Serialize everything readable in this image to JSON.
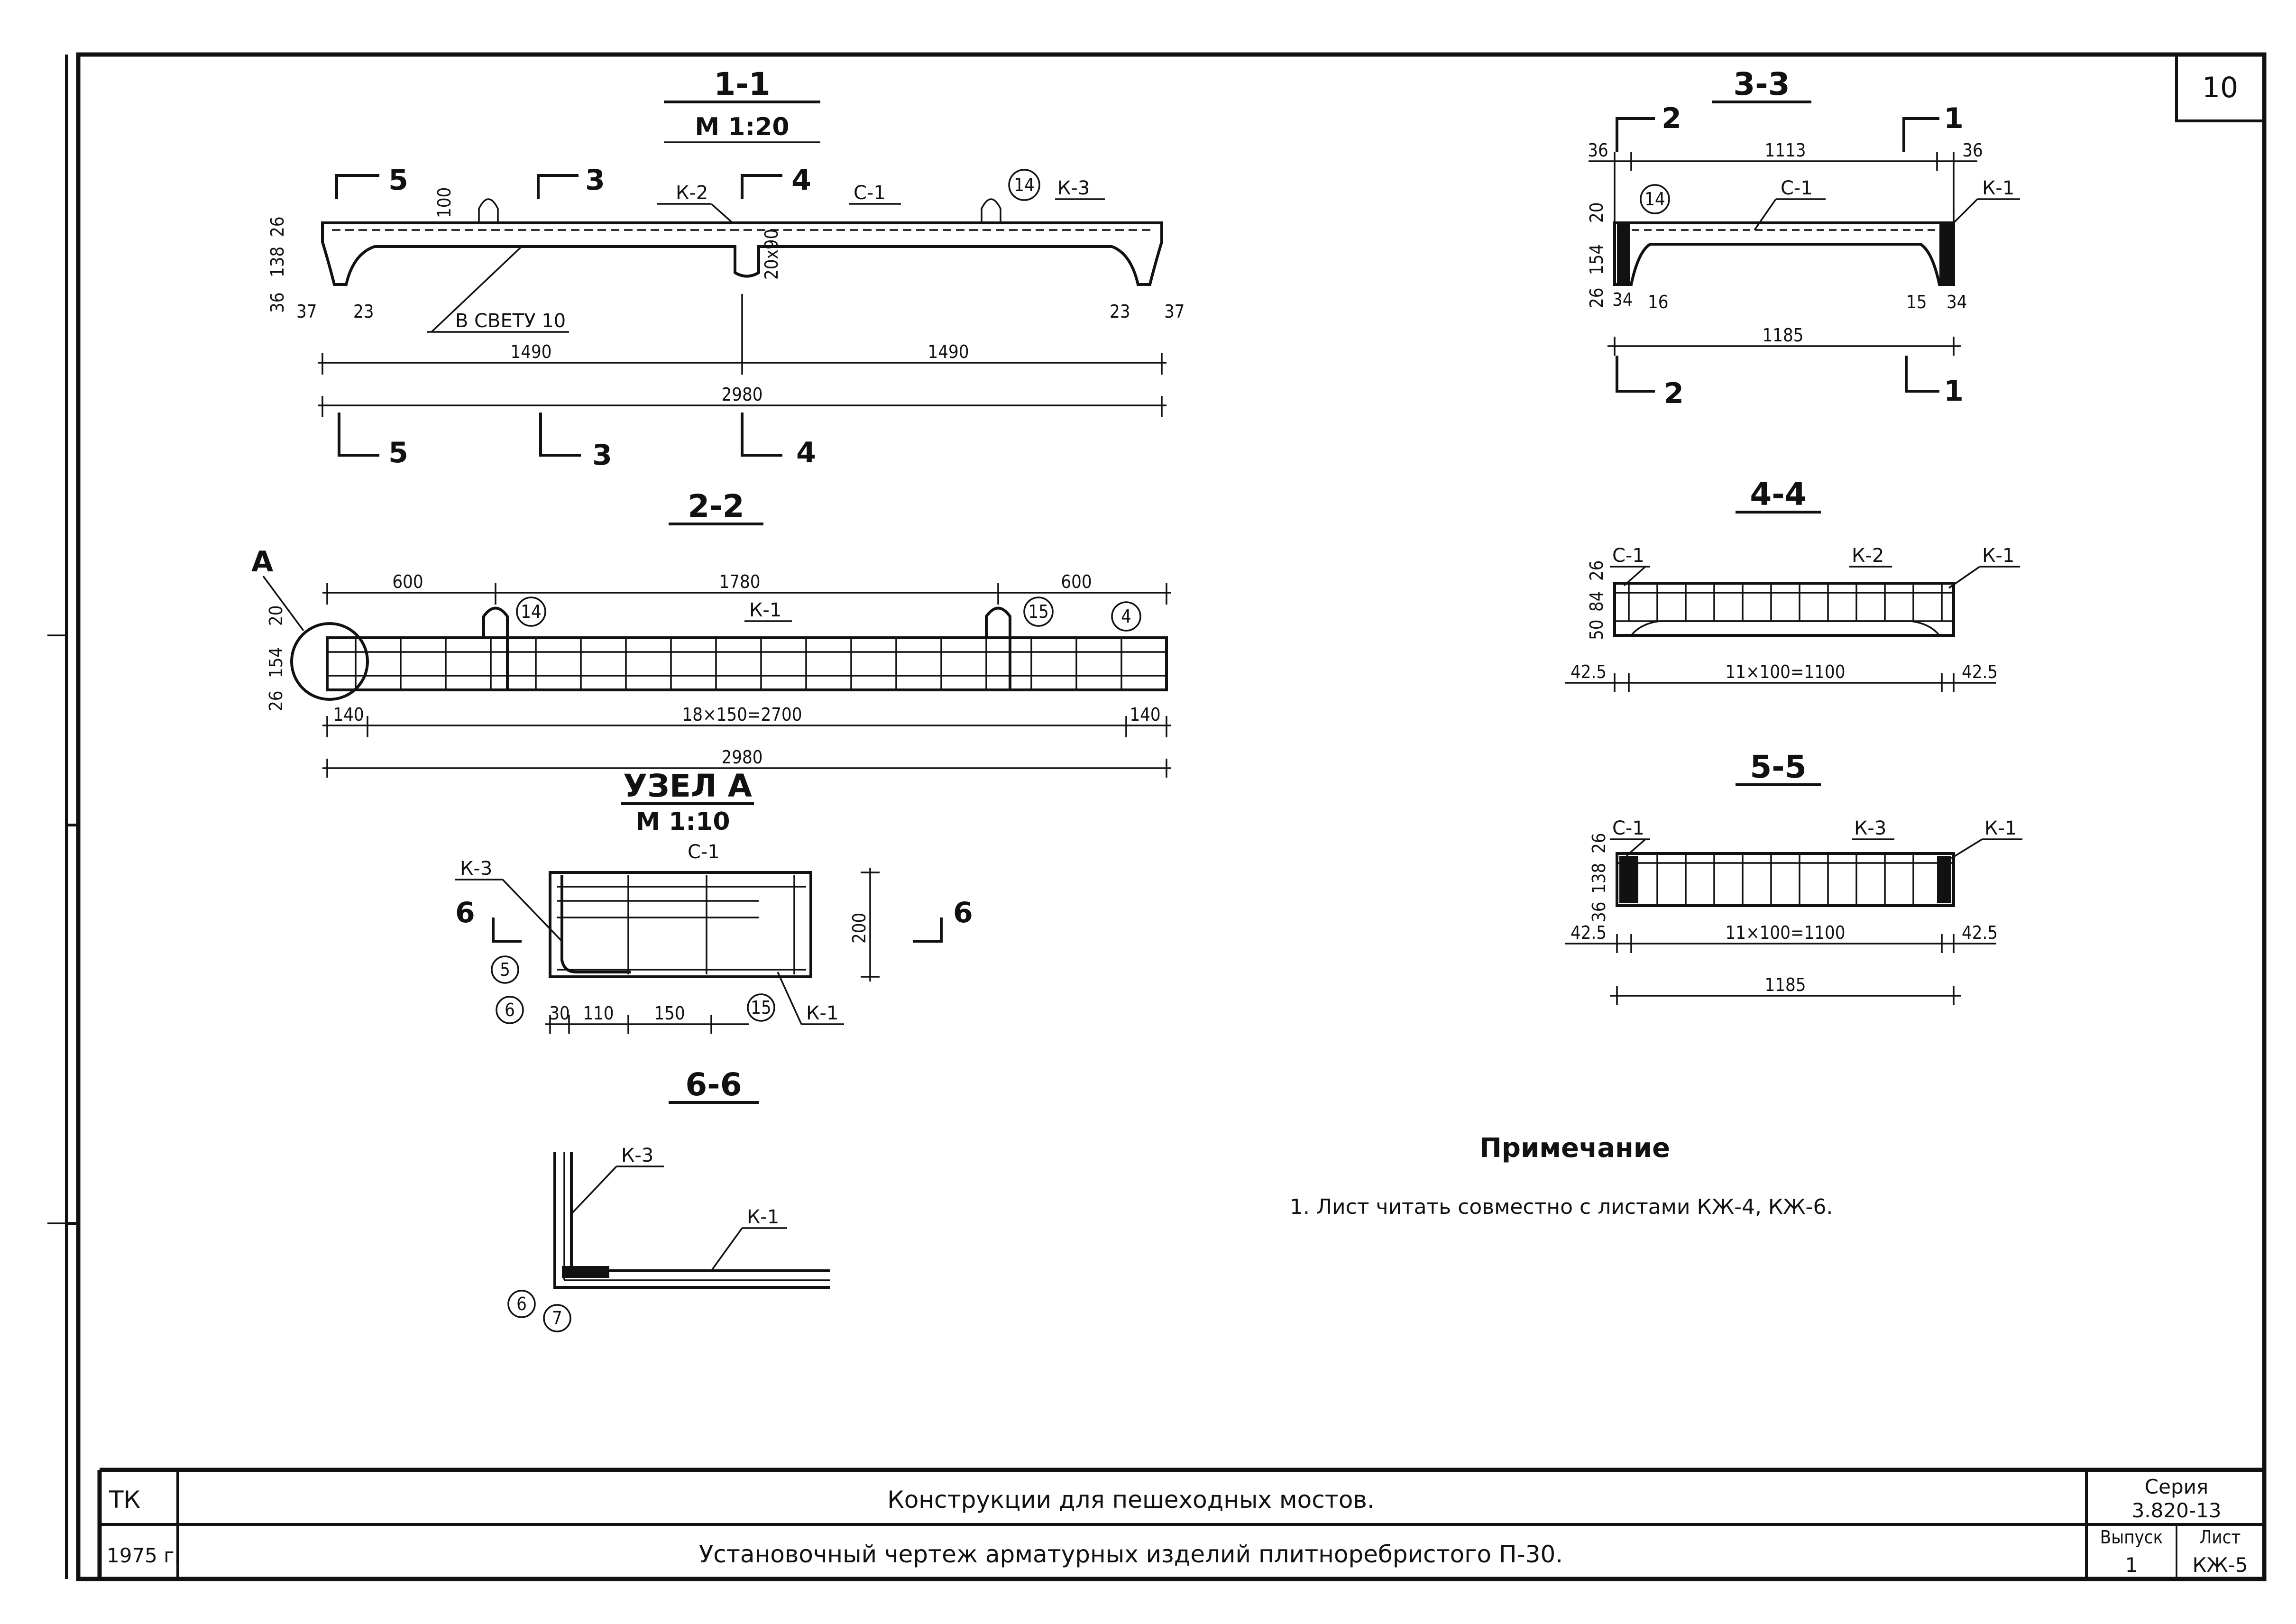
{
  "sheet_number": "10",
  "sections": {
    "s11": {
      "title": "1-1",
      "scale": "М 1:20"
    },
    "s22": {
      "title": "2-2"
    },
    "uzel": {
      "title": "УЗЕЛ А",
      "scale": "М 1:10"
    },
    "s66": {
      "title": "6-6"
    },
    "s33": {
      "title": "3-3"
    },
    "s44": {
      "title": "4-4"
    },
    "s55": {
      "title": "5-5"
    }
  },
  "s11_labels": {
    "cut5": "5",
    "cut3": "3",
    "cut4": "4",
    "k2": "К-2",
    "c1": "С-1",
    "k3": "К-3",
    "pos14": "14",
    "light": "В СВЕТУ 10",
    "d1490a": "1490",
    "d1490b": "1490",
    "d2980": "2980",
    "d100": "100",
    "d26": "26",
    "d138": "138",
    "d36": "36",
    "d37a": "37",
    "d23a": "23",
    "d23b": "23",
    "d37b": "37",
    "d20x90": "20х90"
  },
  "s22_labels": {
    "a": "А",
    "d600a": "600",
    "d1780": "1780",
    "d600b": "600",
    "k1": "К-1",
    "p14": "14",
    "p15": "15",
    "p4": "4",
    "d140a": "140",
    "d_mid": "18×150=2700",
    "d140b": "140",
    "d2980": "2980",
    "d20": "20",
    "d154": "154",
    "d26": "26"
  },
  "uzel_labels": {
    "k3": "К-3",
    "c1": "С-1",
    "k1": "К-1",
    "cut6a": "6",
    "cut6b": "6",
    "p5": "5",
    "p6": "6",
    "p15": "15",
    "d30": "30",
    "d110": "110",
    "d150": "150",
    "d200": "200"
  },
  "s66_labels": {
    "k3": "К-3",
    "k1": "К-1",
    "p6": "6",
    "p7": "7"
  },
  "s33_labels": {
    "cut2a": "2",
    "cut1a": "1",
    "cut2b": "2",
    "cut1b": "1",
    "d36a": "36",
    "d1113": "1113",
    "d36b": "36",
    "c1": "С-1",
    "k1": "К-1",
    "p14": "14",
    "d20": "20",
    "d154": "154",
    "d26": "26",
    "d34a": "34",
    "d16a": "16",
    "d15": "15",
    "d34b": "34",
    "d1185": "1185"
  },
  "s44_labels": {
    "c1": "С-1",
    "k2": "К-2",
    "k1": "К-1",
    "d26": "26",
    "d84": "84",
    "d50": "50",
    "d425a": "42.5",
    "d_mid": "11×100=1100",
    "d425b": "42.5"
  },
  "s55_labels": {
    "c1": "С-1",
    "k3": "К-3",
    "k1": "К-1",
    "d26": "26",
    "d138": "138",
    "d36": "36",
    "d425a": "42.5",
    "d_mid": "11×100=1100",
    "d425b": "42.5",
    "d1185": "1185"
  },
  "note": {
    "heading": "Примечание",
    "text": "1. Лист читать совместно с листами КЖ-4, КЖ-6."
  },
  "title_block": {
    "org": "ТК",
    "year": "1975 г.",
    "title_main": "Конструкции для пешеходных мостов.",
    "title_sub": "Установочный чертеж арматурных изделий плитноребристого П-30.",
    "series_label": "Серия",
    "series_value": "3.820-13",
    "issue_label": "Выпуск",
    "issue_value": "1",
    "sheet_label": "Лист",
    "sheet_value": "КЖ-5"
  }
}
